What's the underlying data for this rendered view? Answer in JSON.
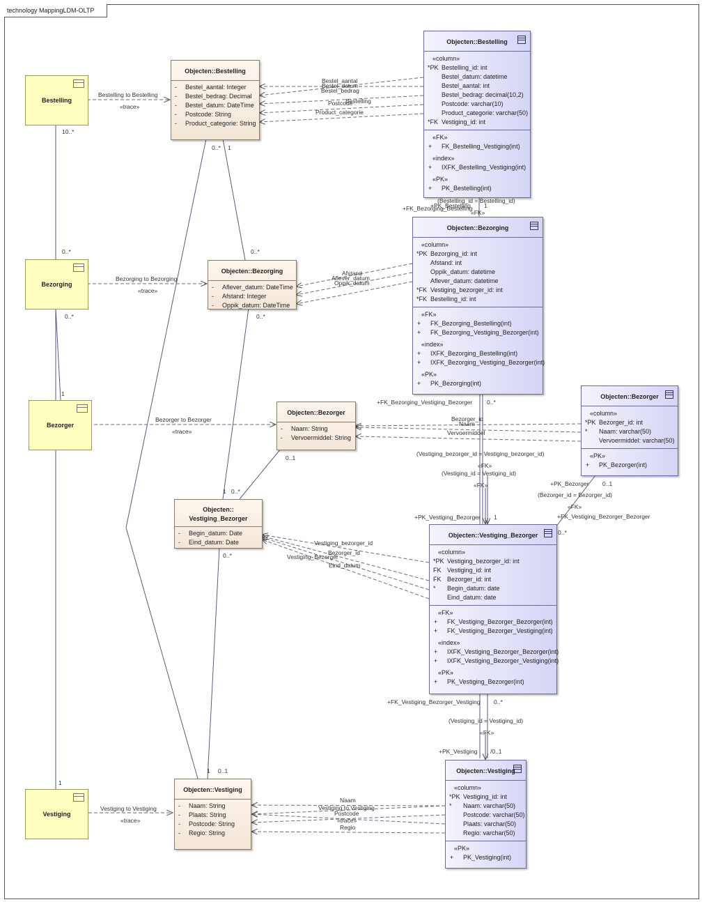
{
  "frame": {
    "title": "technology MappingLDM-OLTP"
  },
  "concepts": {
    "bestelling": "Bestelling",
    "bezorging": "Bezorging",
    "bezorger": "Bezorger",
    "vestiging": "Vestiging"
  },
  "classes": {
    "bestelling": {
      "title": "Objecten::Bestelling",
      "attrs": [
        {
          "vis": "-",
          "text": "Bestel_aantal: Integer"
        },
        {
          "vis": "-",
          "text": "Bestel_bedrag: Decimal"
        },
        {
          "vis": "-",
          "text": "Bestel_datum: DateTime"
        },
        {
          "vis": "-",
          "text": "Postcode: String"
        },
        {
          "vis": "-",
          "text": "Product_categorie: String"
        }
      ]
    },
    "bezorging": {
      "title": "Objecten::Bezorging",
      "attrs": [
        {
          "vis": "-",
          "text": "Aflever_datum: DateTime"
        },
        {
          "vis": "-",
          "text": "Afstand: Integer"
        },
        {
          "vis": "-",
          "text": "Oppik_datum: DateTime"
        }
      ]
    },
    "bezorger": {
      "title": "Objecten::Bezorger",
      "attrs": [
        {
          "vis": "-",
          "text": "Naam: String"
        },
        {
          "vis": "-",
          "text": "Vervoermiddel: String"
        }
      ]
    },
    "vestiging_bezorger": {
      "title1": "Objecten::",
      "title2": "Vestiging_Bezorger",
      "attrs": [
        {
          "vis": "-",
          "text": "Begin_datum: Date"
        },
        {
          "vis": "-",
          "text": "Eind_datum: Date"
        }
      ]
    },
    "vestiging": {
      "title": "Objecten::Vestiging",
      "attrs": [
        {
          "vis": "-",
          "text": "Naam: String"
        },
        {
          "vis": "-",
          "text": "Plaats: String"
        },
        {
          "vis": "-",
          "text": "Postcode: String"
        },
        {
          "vis": "-",
          "text": "Regio: String"
        }
      ]
    }
  },
  "tables": {
    "bestelling": {
      "title": "Objecten::Bestelling",
      "sections": [
        {
          "stereo": "«column»",
          "rows": [
            {
              "k": "*PK",
              "t": "Bestelling_id: int"
            },
            {
              "k": "",
              "t": "Bestel_datum: datetime"
            },
            {
              "k": "",
              "t": "Bestel_aantal: int"
            },
            {
              "k": "",
              "t": "Bestel_bedrag: decimal(10,2)"
            },
            {
              "k": "",
              "t": "Postcode: varchar(10)"
            },
            {
              "k": "",
              "t": "Product_categorie: varchar(50)"
            },
            {
              "k": "*FK",
              "t": "Vestiging_id: int"
            }
          ]
        },
        {
          "groups": [
            {
              "stereo": "«FK»",
              "ops": [
                {
                  "k": "+",
                  "t": "FK_Bestelling_Vestiging(int)"
                }
              ]
            },
            {
              "stereo": "«index»",
              "ops": [
                {
                  "k": "+",
                  "t": "IXFK_Bestelling_Vestiging(int)"
                }
              ]
            },
            {
              "stereo": "«PK»",
              "ops": [
                {
                  "k": "+",
                  "t": "PK_Bestelling(int)"
                }
              ]
            }
          ]
        }
      ]
    },
    "bezorging": {
      "title": "Objecten::Bezorging",
      "sections": [
        {
          "stereo": "«column»",
          "rows": [
            {
              "k": "*PK",
              "t": "Bezorging_id: int"
            },
            {
              "k": "",
              "t": "Afstand: int"
            },
            {
              "k": "",
              "t": "Oppik_datum: datetime"
            },
            {
              "k": "",
              "t": "Aflever_datum: datetime"
            },
            {
              "k": "*FK",
              "t": "Vestiging_bezorger_id: int"
            },
            {
              "k": "*FK",
              "t": "Bestelling_id: int"
            }
          ]
        },
        {
          "groups": [
            {
              "stereo": "«FK»",
              "ops": [
                {
                  "k": "+",
                  "t": "FK_Bezorging_Bestelling(int)"
                },
                {
                  "k": "+",
                  "t": "FK_Bezorging_Vestiging_Bezorger(int)"
                }
              ]
            },
            {
              "stereo": "«index»",
              "ops": [
                {
                  "k": "+",
                  "t": "IXFK_Bezorging_Bestelling(int)"
                },
                {
                  "k": "+",
                  "t": "IXFK_Bezorging_Vestiging_Bezorger(int)"
                }
              ]
            },
            {
              "stereo": "«PK»",
              "ops": [
                {
                  "k": "+",
                  "t": "PK_Bezorging(int)"
                }
              ]
            }
          ]
        }
      ]
    },
    "bezorger": {
      "title": "Objecten::Bezorger",
      "sections": [
        {
          "stereo": "«column»",
          "rows": [
            {
              "k": "*PK",
              "t": "Bezorger_id: int"
            },
            {
              "k": "*",
              "t": "Naam: varchar(50)"
            },
            {
              "k": "",
              "t": "Vervoermiddel: varchar(50)"
            }
          ]
        },
        {
          "groups": [
            {
              "stereo": "«PK»",
              "ops": [
                {
                  "k": "+",
                  "t": "PK_Bezorger(int)"
                }
              ]
            }
          ]
        }
      ]
    },
    "vestiging_bezorger": {
      "title": "Objecten::Vestiging_Bezorger",
      "sections": [
        {
          "stereo": "«column»",
          "rows": [
            {
              "k": "*PK",
              "t": "Vestiging_bezorger_id: int"
            },
            {
              "k": "FK",
              "t": "Vestiging_id: int"
            },
            {
              "k": "FK",
              "t": "Bezorger_id: int"
            },
            {
              "k": "*",
              "t": "Begin_datum: date"
            },
            {
              "k": "",
              "t": "Eind_datum: date"
            }
          ]
        },
        {
          "groups": [
            {
              "stereo": "«FK»",
              "ops": [
                {
                  "k": "+",
                  "t": "FK_Vestiging_Bezorger_Bezorger(int)"
                },
                {
                  "k": "+",
                  "t": "FK_Vestiging_Bezorger_Vestiging(int)"
                }
              ]
            },
            {
              "stereo": "«index»",
              "ops": [
                {
                  "k": "+",
                  "t": "IXFK_Vestiging_Bezorger_Bezorger(int)"
                },
                {
                  "k": "+",
                  "t": "IXFK_Vestiging_Bezorger_Vestiging(int)"
                }
              ]
            },
            {
              "stereo": "«PK»",
              "ops": [
                {
                  "k": "+",
                  "t": "PK_Vestiging_Bezorger(int)"
                }
              ]
            }
          ]
        }
      ]
    },
    "vestiging": {
      "title": "Objecten::Vestiging",
      "sections": [
        {
          "stereo": "«column»",
          "rows": [
            {
              "k": "*PK",
              "t": "Vestiging_id: int"
            },
            {
              "k": "*",
              "t": "Naam: varchar(50)"
            },
            {
              "k": "",
              "t": "Postcode: varchar(50)"
            },
            {
              "k": "",
              "t": "Plaats: varchar(50)"
            },
            {
              "k": "",
              "t": "Regio: varchar(50)"
            }
          ]
        },
        {
          "groups": [
            {
              "stereo": "«PK»",
              "ops": [
                {
                  "k": "+",
                  "t": "PK_Vestiging(int)"
                }
              ]
            }
          ]
        }
      ]
    }
  },
  "labels": {
    "trace_bestelling": "Bestelling to Bestelling",
    "trace_bezorging": "Bezorging to Bezorging",
    "trace_bezorger": "Bezorger to Bezorger",
    "trace_vestiging": "Vestiging to Vestiging",
    "trace": "«trace»",
    "m_10": "10..*",
    "m_0s": "0..*",
    "m_1": "1",
    "m_01": "0..1",
    "m_0_1": "/0..1",
    "fk": "«FK»",
    "bestel_aantal": "Bestel_aantal",
    "bestel_datum": "Bestel_datum",
    "bestel_bedrag": "Bestel_bedrag",
    "postcode": "Postcode",
    "bestelling": "Bestelling",
    "product_categorie": "Product_categorie",
    "afstand": "Afstand",
    "aflever_datum": "Aflever_datum",
    "oppik_datum": "Oppik_datum",
    "naam": "Naam",
    "vervoermiddel": "Vervoermiddel",
    "bezorger_id": "Bezorger_id",
    "vestiging_bezorger_id": "Vestiging_bezorger_id",
    "vestiging_bezorger": "Vestiging_Bezorger",
    "eind_datum": "Eind_datum",
    "vestiging_to_vestiging": "Vestiging to Vestiging",
    "regio": "Regio",
    "bestelling_id_eq": "(Bestelling_id = Bestelling_id)",
    "pk_bestelling": "+PK_Bestelling",
    "fk_bezorging_bestelling": "+FK_Bezorging_Bestelling",
    "fk_bezorging_vb": "+FK_Bezorging_Vestiging_Bezorger",
    "vb_id_eq": "(Vestiging_bezorger_id = Vestiging_bezorger_id)",
    "vestiging_id_eq": "(Vestiging_id = Vestiging_id)",
    "pk_vb": "+PK_Vestiging_Bezorger",
    "pk_bezorger": "+PK_Bezorger",
    "bezorger_id_eq": "(Bezorger_id = Bezorger_id)",
    "fk_vb_bezorger": "+FK_Vestiging_Bezorger_Bezorger",
    "fk_vb_vestiging": "+FK_Vestiging_Bezorger_Vestiging",
    "pk_vestiging": "+PK_Vestiging"
  }
}
